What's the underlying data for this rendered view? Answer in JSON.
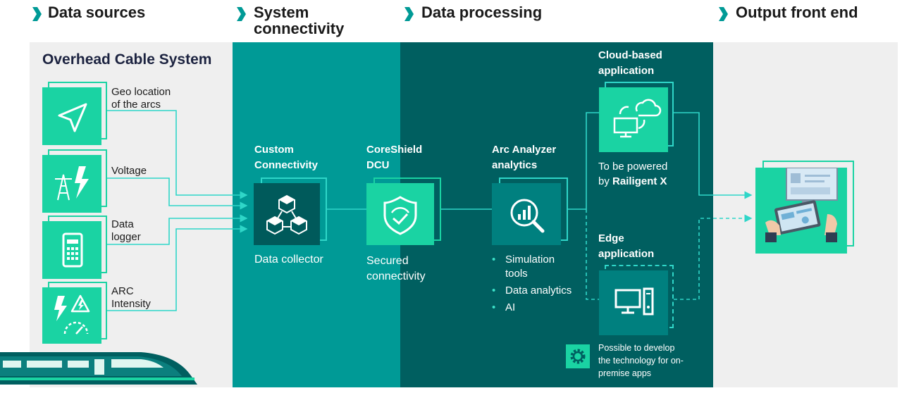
{
  "headers": {
    "data_sources": "Data sources",
    "system_connectivity": "System\nconnectivity",
    "data_processing": "Data processing",
    "output_front_end": "Output front end"
  },
  "data_sources": {
    "title": "Overhead Cable System",
    "items": [
      {
        "label": "Geo location\nof the arcs",
        "icon": "navigation-arrow-icon"
      },
      {
        "label": "Voltage",
        "icon": "power-tower-lightning-icon"
      },
      {
        "label": "Data\nlogger",
        "icon": "data-logger-device-icon"
      },
      {
        "label": "ARC\nIntensity",
        "icon": "lightning-warning-gauge-icon"
      }
    ]
  },
  "connectivity": {
    "title": "Custom\nConnectivity",
    "caption": "Data collector",
    "icon": "network-cubes-icon"
  },
  "coreshield": {
    "title": "CoreShield\nDCU",
    "caption": "Secured\nconnectivity",
    "icon": "shield-check-icon"
  },
  "arc_analyzer": {
    "title": "Arc Analyzer\nanalytics",
    "bullets": [
      "Simulation\ntools",
      "Data analytics",
      "AI"
    ],
    "icon": "magnifier-chart-icon"
  },
  "cloud_app": {
    "title": "Cloud-based\napplication",
    "powered_prefix": "To be powered\nby ",
    "powered_brand": "Railigent X",
    "icon": "cloud-sync-monitor-icon"
  },
  "edge_app": {
    "title": "Edge\napplication",
    "note": "Possible to develop\nthe technology for on-\npremise apps",
    "icon": "desktop-computer-icon",
    "note_icon": "gear-icon"
  },
  "output": {
    "icon": "tablet-dashboard-icon"
  },
  "colors": {
    "mint": "#1ad3a3",
    "teal_mid": "#009a96",
    "teal_dark": "#005f60",
    "header_chevron": "#009a96",
    "light_panel": "#efefef"
  }
}
